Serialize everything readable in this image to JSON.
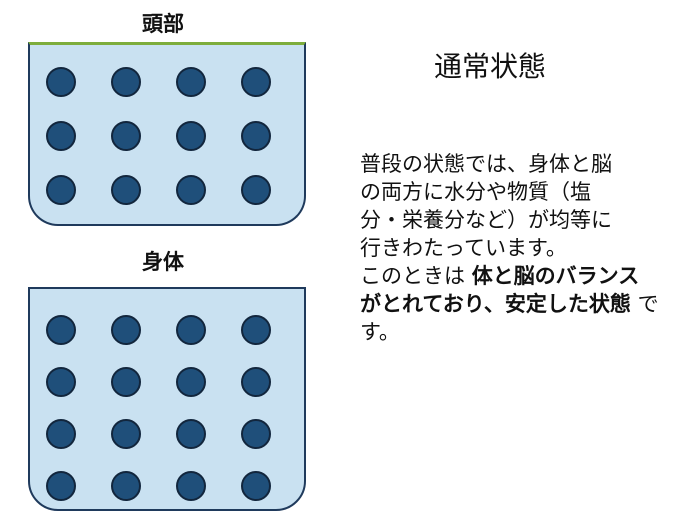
{
  "labels": {
    "head": "頭部",
    "body": "身体"
  },
  "title": "通常状態",
  "description": {
    "intro": "普段の状態では、身体と脳\nの両方に水分や物質（塩\n分・栄養分など）が均等に\n行きわたっています。\nこのときは ",
    "emphasis": "体と脳のバランスがとれており、安定した状態",
    "outro": " です。"
  },
  "colors": {
    "container_fill": "#c9e1f1",
    "container_border": "#1f3a5c",
    "top_edge": "#7dad3c",
    "particle": "#1f4f7a"
  },
  "particles": {
    "head_rows": 3,
    "head_cols": 4,
    "body_rows": 4,
    "body_cols": 4
  }
}
